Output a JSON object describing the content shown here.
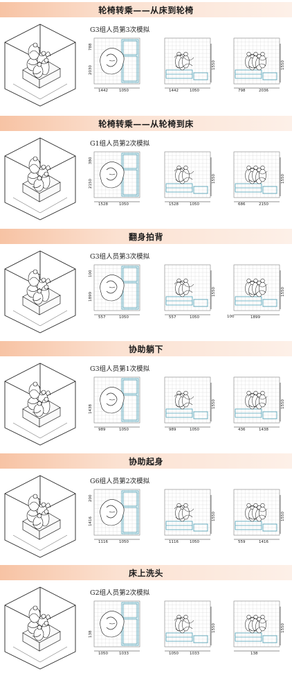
{
  "sections": [
    {
      "title": "轮椅转乘——从床到轮椅",
      "sim": "G3组人员第3次模拟",
      "dims": {
        "plan": {
          "x": [
            "1442",
            "1050"
          ],
          "y": [
            "788",
            "2030"
          ]
        },
        "elev1": {
          "x": [
            "1442",
            "1050"
          ],
          "y": "1550"
        },
        "elev2": {
          "x": [
            "798",
            "2036"
          ],
          "y": "1550"
        }
      }
    },
    {
      "title": "轮椅转乘——从轮椅到床",
      "sim": "G1组人员第2次模拟",
      "dims": {
        "plan": {
          "x": [
            "1528",
            "1050"
          ],
          "y": [
            "380",
            "2150"
          ]
        },
        "elev1": {
          "x": [
            "1528",
            "1050"
          ],
          "y": "1550"
        },
        "elev2": {
          "x": [
            "686",
            "2150"
          ],
          "y": "1550"
        }
      }
    },
    {
      "title": "翻身拍背",
      "sim": "G3组人员第3次模拟",
      "dims": {
        "plan": {
          "x": [
            "557",
            "1050"
          ],
          "y": [
            "100",
            "1899"
          ]
        },
        "elev1": {
          "x": [
            "557",
            "1050"
          ],
          "y": "1550"
        },
        "elev2": {
          "x": [
            "1899"
          ],
          "y": "1550",
          "extra": "100"
        }
      }
    },
    {
      "title": "协助躺下",
      "sim": "G3组人员第1次模拟",
      "dims": {
        "plan": {
          "x": [
            "989",
            "1050"
          ],
          "y": [
            "1438"
          ]
        },
        "elev1": {
          "x": [
            "989",
            "1050"
          ],
          "y": "1550"
        },
        "elev2": {
          "x": [
            "436",
            "1438"
          ],
          "y": "1550"
        }
      }
    },
    {
      "title": "协助起身",
      "sim": "G6组人员第2次模拟",
      "dims": {
        "plan": {
          "x": [
            "1116",
            "1050"
          ],
          "y": [
            "200",
            "1416"
          ]
        },
        "elev1": {
          "x": [
            "1116",
            "1050"
          ],
          "y": "1550"
        },
        "elev2": {
          "x": [
            "559",
            "1416"
          ],
          "y": "1550"
        }
      }
    },
    {
      "title": "床上洗头",
      "sim": "G2组人员第2次模拟",
      "dims": {
        "plan": {
          "x": [
            "1050",
            "1033"
          ],
          "y": [
            "138"
          ]
        },
        "elev1": {
          "x": [
            "1050",
            "1033"
          ],
          "y": "1550"
        },
        "elev2": {
          "x": [
            "138"
          ],
          "y": "1550"
        }
      }
    }
  ],
  "colors": {
    "header_start": "#f7c3a4",
    "header_end": "#fdf0e8",
    "grid": "#d9d9d9",
    "furniture": "#4a9fb5",
    "figure": "#222222"
  }
}
